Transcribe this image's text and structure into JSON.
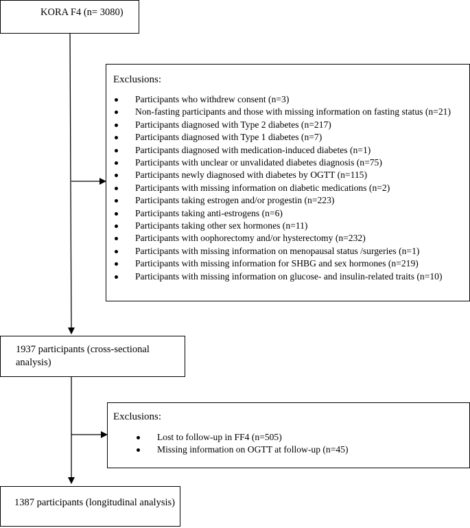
{
  "start": {
    "label": "KORA F4 (n= 3080)"
  },
  "exclusions1": {
    "title": "Exclusions:",
    "items": [
      "Participants who withdrew consent (n=3)",
      "Non-fasting participants and those with missing information on fasting status (n=21)",
      "Participants diagnosed with Type 2 diabetes (n=217)",
      "Participants diagnosed with Type 1 diabetes (n=7)",
      "Participants diagnosed with medication-induced diabetes (n=1)",
      "Participants with unclear or unvalidated diabetes diagnosis (n=75)",
      "Participants newly diagnosed with diabetes by OGTT (n=115)",
      "Participants with missing information on diabetic medications (n=2)",
      "Participants taking estrogen and/or progestin (n=223)",
      "Participants taking anti-estrogens (n=6)",
      "Participants taking other sex hormones (n=11)",
      "Participants with oophorectomy and/or hysterectomy (n=232)",
      "Participants with missing information on menopausal status /surgeries (n=1)",
      "Participants with missing information for SHBG and sex hormones (n=219)",
      "Participants with missing information on glucose- and insulin-related traits (n=10)"
    ]
  },
  "cross_sectional": {
    "line1": "1937 participants (cross-sectional",
    "line2": "analysis)"
  },
  "exclusions2": {
    "title": "Exclusions:",
    "items": [
      "Lost to follow-up in FF4 (n=505)",
      "Missing information on OGTT at follow-up (n=45)"
    ]
  },
  "longitudinal": {
    "label": "1387 participants (longitudinal analysis)"
  }
}
